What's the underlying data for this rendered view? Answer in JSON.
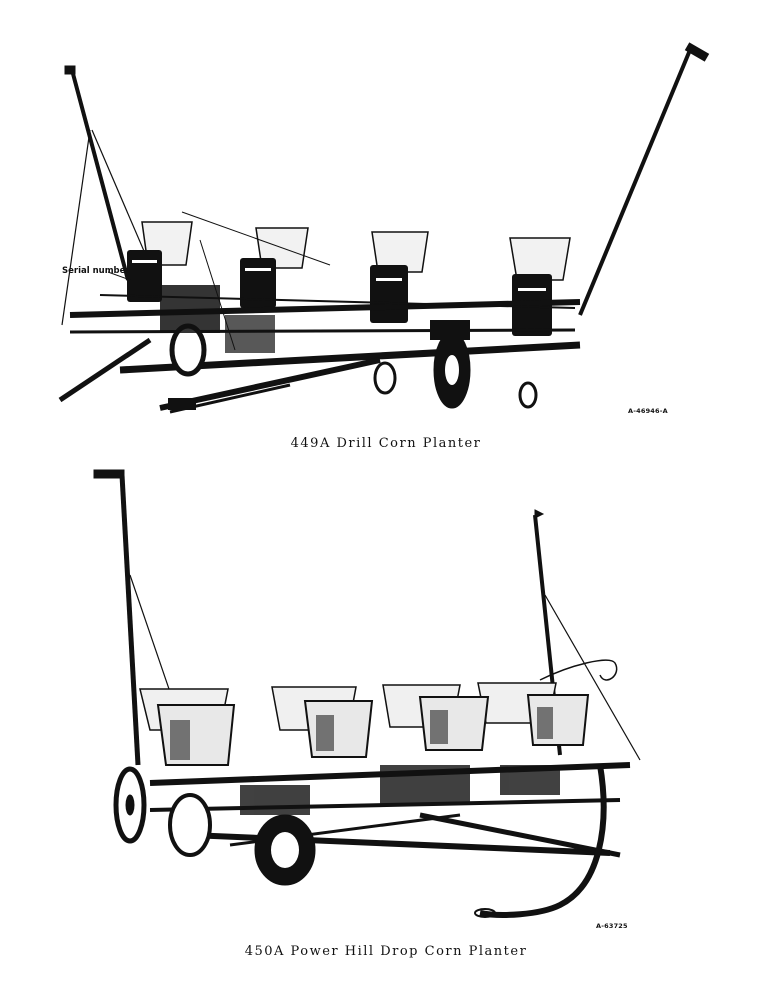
{
  "figures": [
    {
      "caption": "449A Drill Corn Planter",
      "photo_code": "A-46946-A",
      "callout_label": "Serial number"
    },
    {
      "caption": "450A Power Hill Drop Corn Planter",
      "photo_code": "A-63725"
    }
  ]
}
